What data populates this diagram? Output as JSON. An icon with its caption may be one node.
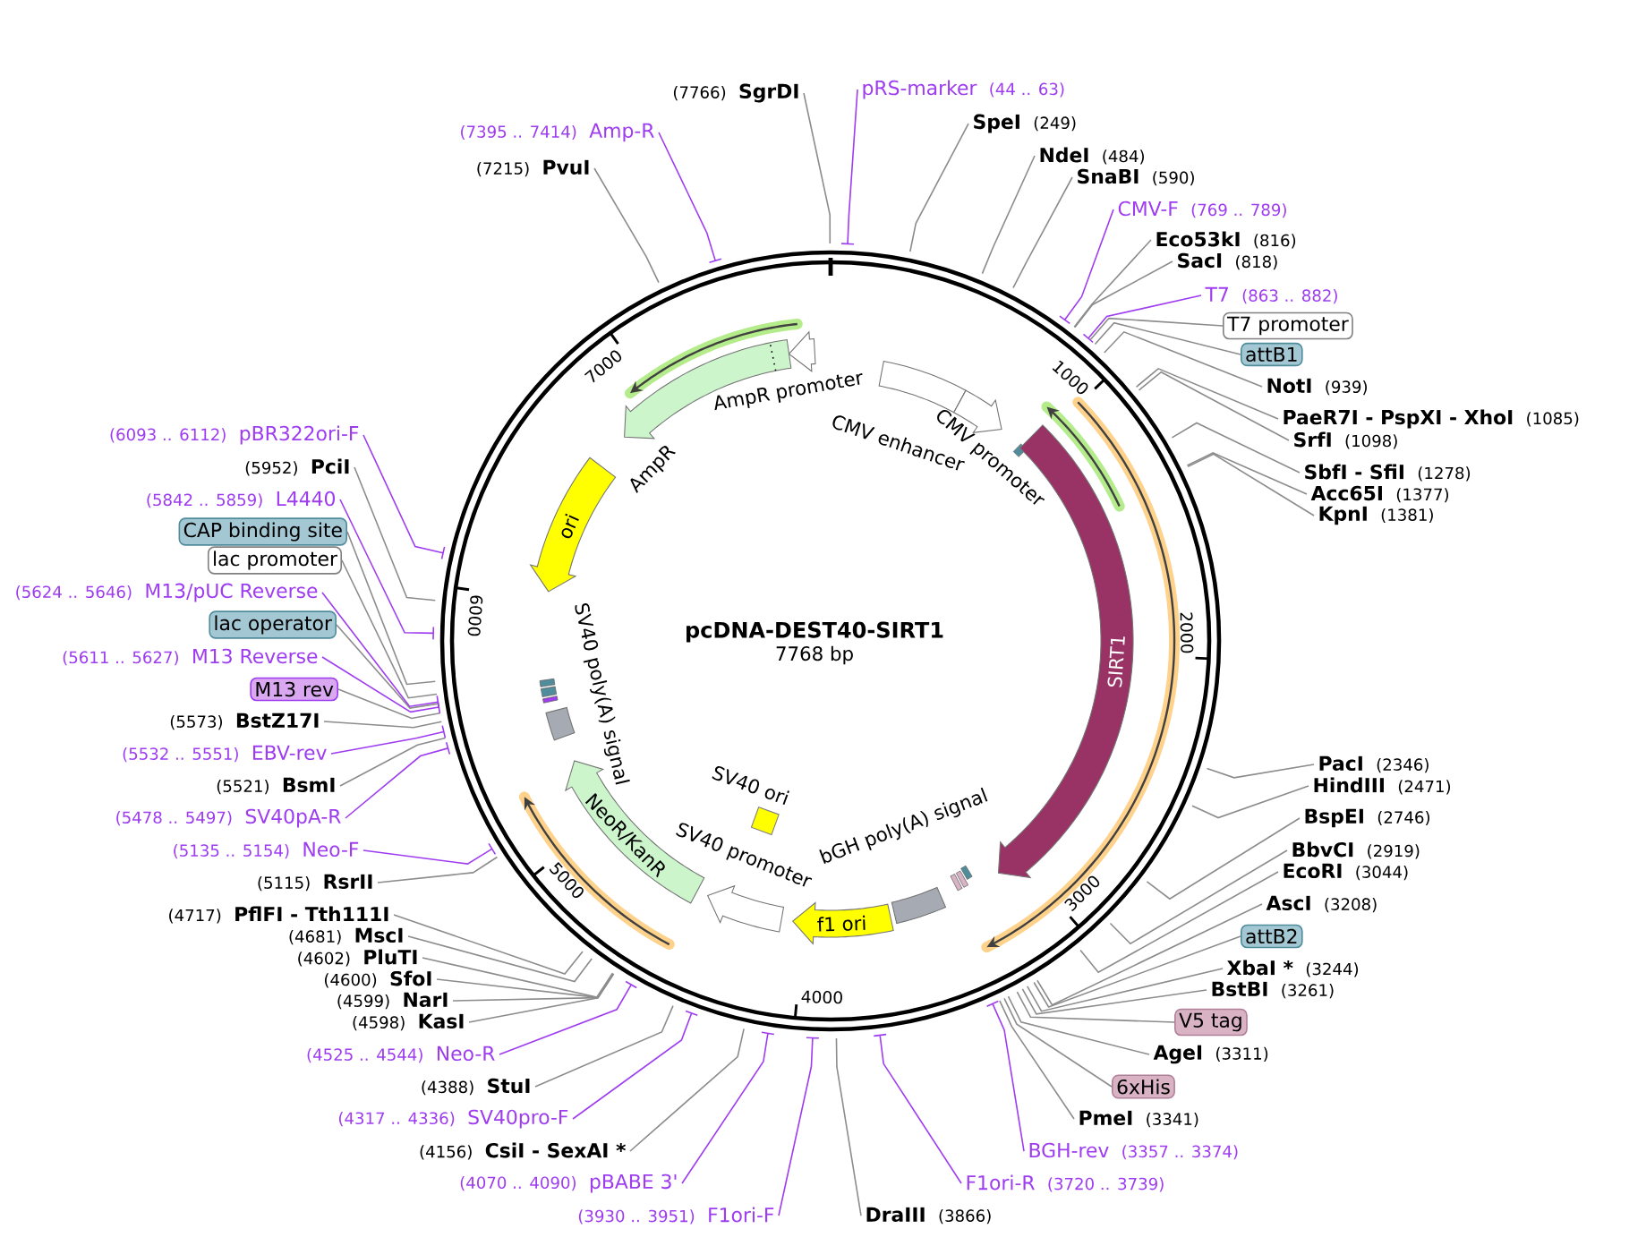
{
  "diagram": {
    "title": "pcDNA-DEST40-SIRT1",
    "nodes": [
      {
        "text": [
          "CMV enhancer"
        ]
      },
      {
        "text": [
          "CMV promoter"
        ]
      },
      {
        "text": [
          "SIRT1"
        ]
      },
      {
        "text": [
          "bGH poly(A) signal"
        ]
      },
      {
        "text": [
          "f1 ori"
        ]
      },
      {
        "text": [
          "SV40 promoter"
        ]
      },
      {
        "text": [
          "SV40 ori"
        ]
      },
      {
        "text": [
          "NeoR/KanR"
        ]
      },
      {
        "text": [
          "SV40 poly(A) signal"
        ]
      },
      {
        "text": [
          "ori"
        ]
      },
      {
        "text": [
          "AmpR"
        ]
      },
      {
        "text": [
          "AmpR promoter"
        ]
      },
      {
        "text": [
          "pRS-marker",
          "(44 .. 63)"
        ]
      },
      {
        "text": [
          "SpeI",
          "(249)"
        ]
      },
      {
        "text": [
          "NdeI",
          "(484)"
        ]
      },
      {
        "text": [
          "SnaBI",
          "(590)"
        ]
      },
      {
        "text": [
          "CMV-F",
          "(769 .. 789)"
        ]
      },
      {
        "text": [
          "Eco53kI",
          "(816)"
        ]
      },
      {
        "text": [
          "SacI",
          "(818)"
        ]
      },
      {
        "text": [
          "T7",
          "(863 .. 882)"
        ]
      },
      {
        "text": [
          "T7 promoter"
        ]
      },
      {
        "text": [
          "attB1"
        ]
      },
      {
        "text": [
          "NotI",
          "(939)"
        ]
      },
      {
        "text": [
          "PaeR7I - PspXI - XhoI",
          "(1085)"
        ]
      },
      {
        "text": [
          "SrfI",
          "(1098)"
        ]
      },
      {
        "text": [
          "SbfI - SfiI",
          "(1278)"
        ]
      },
      {
        "text": [
          "Acc65I",
          "(1377)"
        ]
      },
      {
        "text": [
          "KpnI",
          "(1381)"
        ]
      },
      {
        "text": [
          "PacI",
          "(2346)"
        ]
      },
      {
        "text": [
          "HindIII",
          "(2471)"
        ]
      },
      {
        "text": [
          "BspEI",
          "(2746)"
        ]
      },
      {
        "text": [
          "BbvCI",
          "(2919)"
        ]
      },
      {
        "text": [
          "EcoRI",
          "(3044)"
        ]
      },
      {
        "text": [
          "AscI",
          "(3208)"
        ]
      },
      {
        "text": [
          "attB2"
        ]
      },
      {
        "text": [
          "XbaI *",
          "(3244)"
        ]
      },
      {
        "text": [
          "BstBI",
          "(3261)"
        ]
      },
      {
        "text": [
          "V5 tag"
        ]
      },
      {
        "text": [
          "AgeI",
          "(3311)"
        ]
      },
      {
        "text": [
          "6xHis"
        ]
      },
      {
        "text": [
          "PmeI",
          "(3341)"
        ]
      },
      {
        "text": [
          "BGH-rev",
          "(3357 .. 3374)"
        ]
      },
      {
        "text": [
          "F1ori-R",
          "(3720 .. 3739)"
        ]
      },
      {
        "text": [
          "DraIII",
          "(3866)"
        ]
      },
      {
        "text": [
          "(3930 .. 3951)",
          "F1ori-F"
        ]
      },
      {
        "text": [
          "(4070 .. 4090)",
          "pBABE 3'"
        ]
      },
      {
        "text": [
          "(4156)",
          "CsiI - SexAI *"
        ]
      },
      {
        "text": [
          "(4317 .. 4336)",
          "SV40pro-F"
        ]
      },
      {
        "text": [
          "(4388)",
          "StuI"
        ]
      },
      {
        "text": [
          "(4525 .. 4544)",
          "Neo-R"
        ]
      },
      {
        "text": [
          "(4598)",
          "KasI"
        ]
      },
      {
        "text": [
          "(4599)",
          "NarI"
        ]
      },
      {
        "text": [
          "(4600)",
          "SfoI"
        ]
      },
      {
        "text": [
          "(4602)",
          "PluTI"
        ]
      },
      {
        "text": [
          "(4681)",
          "MscI"
        ]
      },
      {
        "text": [
          "(4717)",
          "PflFI - Tth111I"
        ]
      },
      {
        "text": [
          "(5115)",
          "RsrII"
        ]
      },
      {
        "text": [
          "(5135 .. 5154)",
          "Neo-F"
        ]
      },
      {
        "text": [
          "(5478 .. 5497)",
          "SV40pA-R"
        ]
      },
      {
        "text": [
          "(5521)",
          "BsmI"
        ]
      },
      {
        "text": [
          "(5532 .. 5551)",
          "EBV-rev"
        ]
      },
      {
        "text": [
          "(5573)",
          "BstZ17I"
        ]
      },
      {
        "text": [
          "M13 rev"
        ]
      },
      {
        "text": [
          "(5611 .. 5627)",
          "M13 Reverse"
        ]
      },
      {
        "text": [
          "lac operator"
        ]
      },
      {
        "text": [
          "(5624 .. 5646)",
          "M13/pUC Reverse"
        ]
      },
      {
        "text": [
          "lac promoter"
        ]
      },
      {
        "text": [
          "CAP binding site"
        ]
      },
      {
        "text": [
          "(5842 .. 5859)",
          "L4440"
        ]
      },
      {
        "text": [
          "(5952)",
          "PciI"
        ]
      },
      {
        "text": [
          "(6093 .. 6112)",
          "pBR322ori-F"
        ]
      },
      {
        "text": [
          "(7215)",
          "PvuI"
        ]
      },
      {
        "text": [
          "(7395 .. 7414)",
          "Amp-R"
        ]
      },
      {
        "text": [
          "(7766)",
          "SgrDI"
        ]
      }
    ],
    "edges": [
      {
        "from": 12,
        "to": null,
        "arrow": "none",
        "color": "#9e3cf0"
      },
      {
        "from": 13,
        "to": null,
        "arrow": "none"
      },
      {
        "from": 14,
        "to": null,
        "arrow": "none"
      },
      {
        "from": 15,
        "to": null,
        "arrow": "none"
      },
      {
        "from": 16,
        "to": null,
        "arrow": "none",
        "color": "#9e3cf0"
      },
      {
        "from": 17,
        "to": null,
        "arrow": "none"
      },
      {
        "from": 18,
        "to": null,
        "arrow": "none"
      },
      {
        "from": 19,
        "to": null,
        "arrow": "none",
        "color": "#9e3cf0"
      },
      {
        "from": 20,
        "to": null,
        "arrow": "none"
      },
      {
        "from": 21,
        "to": null,
        "arrow": "none"
      },
      {
        "from": 22,
        "to": null,
        "arrow": "none"
      },
      {
        "from": 23,
        "to": null,
        "arrow": "none"
      },
      {
        "from": 24,
        "to": null,
        "arrow": "none"
      },
      {
        "from": 25,
        "to": null,
        "arrow": "none"
      },
      {
        "from": 26,
        "to": null,
        "arrow": "none"
      },
      {
        "from": 27,
        "to": null,
        "arrow": "none"
      },
      {
        "from": 28,
        "to": null,
        "arrow": "none"
      },
      {
        "from": 29,
        "to": null,
        "arrow": "none"
      },
      {
        "from": 30,
        "to": null,
        "arrow": "none"
      },
      {
        "from": 31,
        "to": null,
        "arrow": "none"
      },
      {
        "from": 32,
        "to": null,
        "arrow": "none"
      },
      {
        "from": 33,
        "to": null,
        "arrow": "none"
      },
      {
        "from": 34,
        "to": null,
        "arrow": "none"
      },
      {
        "from": 35,
        "to": null,
        "arrow": "none"
      },
      {
        "from": 36,
        "to": null,
        "arrow": "none"
      },
      {
        "from": 37,
        "to": null,
        "arrow": "none"
      },
      {
        "from": 38,
        "to": null,
        "arrow": "none"
      },
      {
        "from": 39,
        "to": null,
        "arrow": "none"
      },
      {
        "from": 40,
        "to": null,
        "arrow": "none"
      },
      {
        "from": 41,
        "to": null,
        "arrow": "none",
        "color": "#9e3cf0"
      },
      {
        "from": 42,
        "to": null,
        "arrow": "none",
        "color": "#9e3cf0"
      },
      {
        "from": 43,
        "to": null,
        "arrow": "none"
      },
      {
        "from": 44,
        "to": null,
        "arrow": "none",
        "color": "#9e3cf0"
      },
      {
        "from": 45,
        "to": null,
        "arrow": "none",
        "color": "#9e3cf0"
      },
      {
        "from": 46,
        "to": null,
        "arrow": "none"
      },
      {
        "from": 47,
        "to": null,
        "arrow": "none",
        "color": "#9e3cf0"
      },
      {
        "from": 48,
        "to": null,
        "arrow": "none"
      },
      {
        "from": 49,
        "to": null,
        "arrow": "none",
        "color": "#9e3cf0"
      },
      {
        "from": 50,
        "to": null,
        "arrow": "none"
      },
      {
        "from": 51,
        "to": null,
        "arrow": "none"
      },
      {
        "from": 52,
        "to": null,
        "arrow": "none"
      },
      {
        "from": 53,
        "to": null,
        "arrow": "none"
      },
      {
        "from": 54,
        "to": null,
        "arrow": "none"
      },
      {
        "from": 55,
        "to": null,
        "arrow": "none"
      },
      {
        "from": 56,
        "to": null,
        "arrow": "none"
      },
      {
        "from": 57,
        "to": null,
        "arrow": "none",
        "color": "#9e3cf0"
      },
      {
        "from": 58,
        "to": null,
        "arrow": "none",
        "color": "#9e3cf0"
      },
      {
        "from": 59,
        "to": null,
        "arrow": "none"
      },
      {
        "from": 60,
        "to": null,
        "arrow": "none",
        "color": "#9e3cf0"
      },
      {
        "from": 61,
        "to": null,
        "arrow": "none"
      },
      {
        "from": 62,
        "to": null,
        "arrow": "none"
      },
      {
        "from": 63,
        "to": null,
        "arrow": "none",
        "color": "#9e3cf0"
      },
      {
        "from": 64,
        "to": null,
        "arrow": "none"
      },
      {
        "from": 65,
        "to": null,
        "arrow": "none",
        "color": "#9e3cf0"
      },
      {
        "from": 66,
        "to": null,
        "arrow": "none"
      },
      {
        "from": 67,
        "to": null,
        "arrow": "none"
      },
      {
        "from": 68,
        "to": null,
        "arrow": "none",
        "color": "#9e3cf0"
      },
      {
        "from": 69,
        "to": null,
        "arrow": "none"
      },
      {
        "from": 70,
        "to": null,
        "arrow": "none",
        "color": "#9e3cf0"
      },
      {
        "from": 71,
        "to": null,
        "arrow": "none"
      },
      {
        "from": 72,
        "to": null,
        "arrow": "none",
        "color": "#9e3cf0"
      },
      {
        "from": 73,
        "to": null,
        "arrow": "none"
      }
    ],
    "labels": [
      "7000",
      "1000",
      "6000",
      "2000",
      "7768 bp",
      "5000",
      "3000",
      "4000"
    ]
  }
}
